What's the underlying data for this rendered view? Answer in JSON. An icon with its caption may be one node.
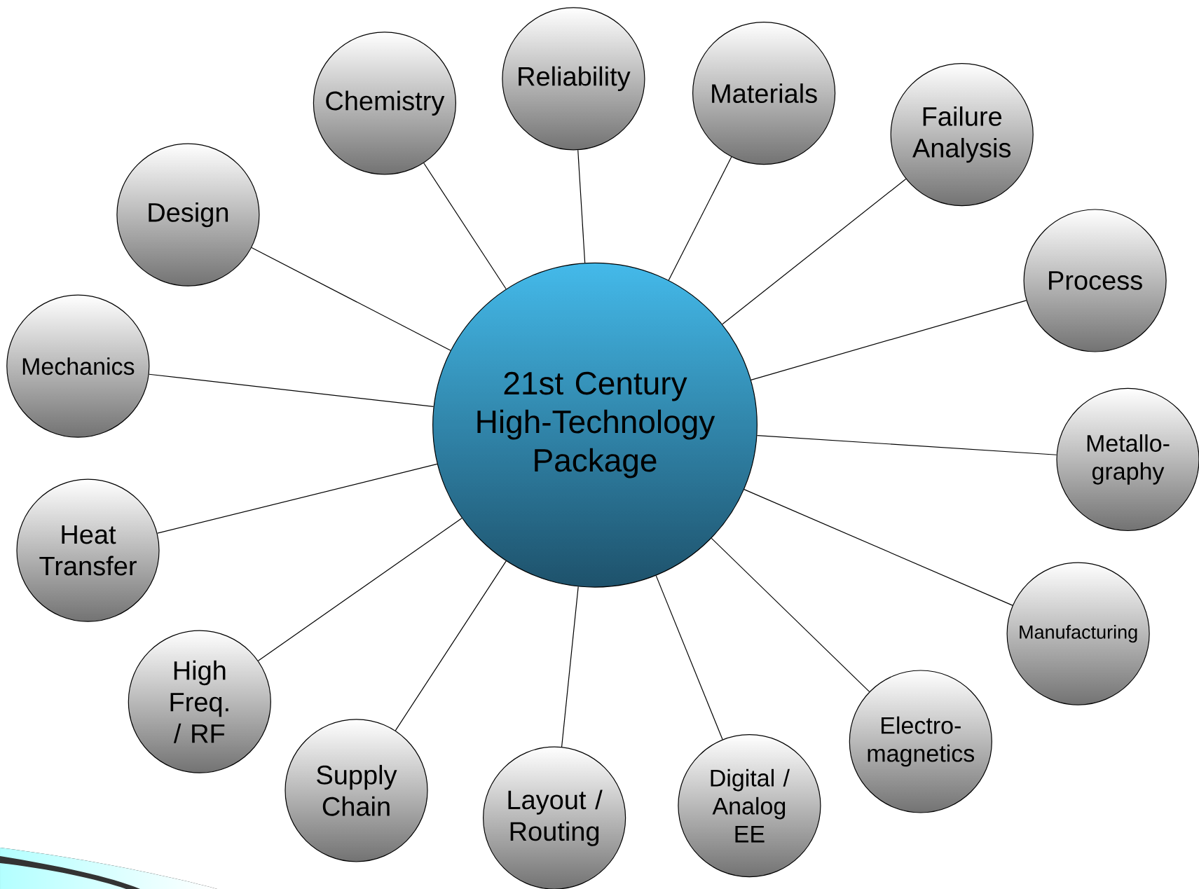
{
  "diagram": {
    "nodes": [
      {
        "text": [
          "21st Century High-Technology Package"
        ]
      },
      {
        "text": [
          "Design"
        ]
      },
      {
        "text": [
          "Chemistry"
        ]
      },
      {
        "text": [
          "Reliability"
        ]
      },
      {
        "text": [
          "Materials"
        ]
      },
      {
        "text": [
          "Failure Analysis"
        ]
      },
      {
        "text": [
          "Process"
        ]
      },
      {
        "text": [
          "Metallo- graphy"
        ]
      },
      {
        "text": [
          "Manufacturing"
        ]
      },
      {
        "text": [
          "Electro- magnetics"
        ]
      },
      {
        "text": [
          "Digital / Analog EE"
        ]
      },
      {
        "text": [
          "Layout / Routing"
        ]
      },
      {
        "text": [
          "Supply Chain"
        ]
      },
      {
        "text": [
          "High Freq. / RF"
        ]
      },
      {
        "text": [
          "Heat Transfer"
        ]
      },
      {
        "text": [
          "Mechanics"
        ]
      }
    ],
    "edges": [
      {
        "from": 0,
        "to": 1,
        "arrow": "none"
      },
      {
        "from": 0,
        "to": 2,
        "arrow": "none"
      },
      {
        "from": 0,
        "to": 3,
        "arrow": "none"
      },
      {
        "from": 0,
        "to": 4,
        "arrow": "none"
      },
      {
        "from": 0,
        "to": 5,
        "arrow": "none"
      },
      {
        "from": 0,
        "to": 6,
        "arrow": "none"
      },
      {
        "from": 0,
        "to": 7,
        "arrow": "none"
      },
      {
        "from": 0,
        "to": 8,
        "arrow": "none"
      },
      {
        "from": 0,
        "to": 9,
        "arrow": "none"
      },
      {
        "from": 0,
        "to": 10,
        "arrow": "none"
      },
      {
        "from": 0,
        "to": 11,
        "arrow": "none"
      },
      {
        "from": 0,
        "to": 12,
        "arrow": "none"
      },
      {
        "from": 0,
        "to": 13,
        "arrow": "none"
      },
      {
        "from": 0,
        "to": 14,
        "arrow": "none"
      },
      {
        "from": 0,
        "to": 15,
        "arrow": "none"
      }
    ]
  }
}
